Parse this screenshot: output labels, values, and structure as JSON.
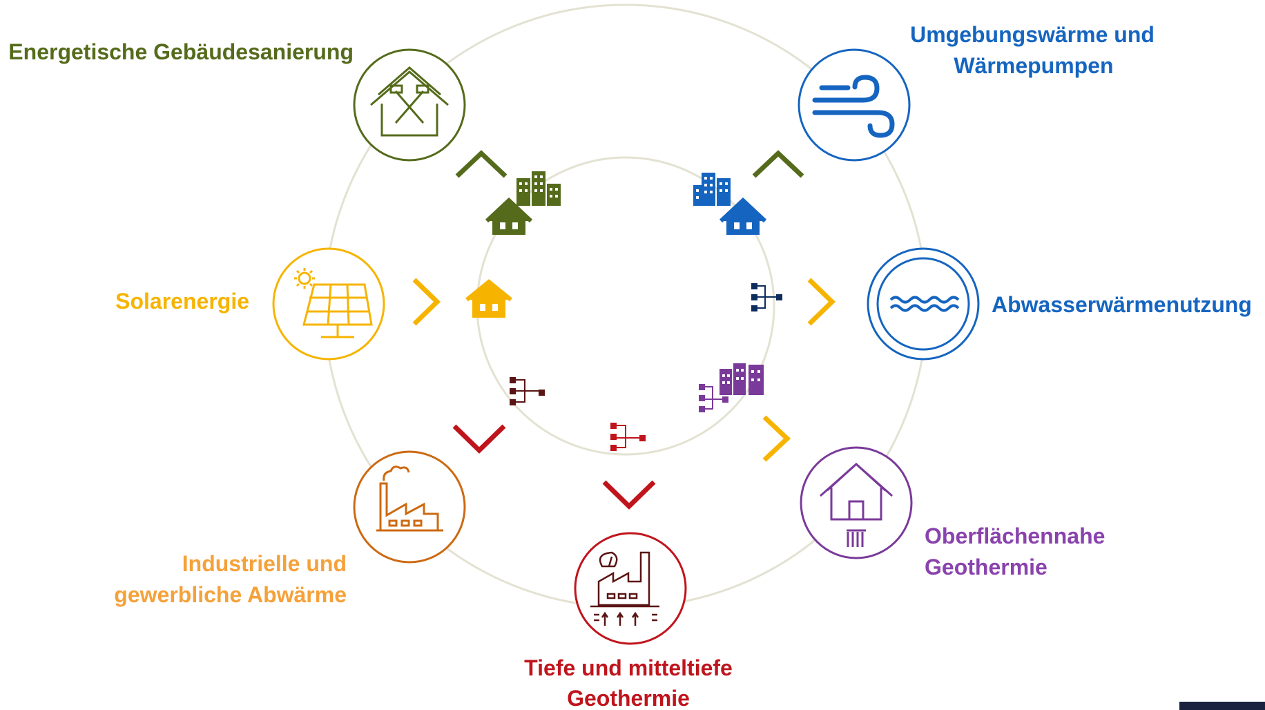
{
  "colors": {
    "ring": "#e3e2d2",
    "green": "#556b1b",
    "blue": "#1565c0",
    "navy": "#0d2d5c",
    "yellow": "#f6b400",
    "orange": "#e07a1a",
    "red": "#c0141c",
    "darkred": "#5a1414",
    "purple": "#7a3a9a",
    "label_orange": "#f5a13a",
    "label_yellow": "#f6b400",
    "label_purple": "#8a43ad"
  },
  "labels": {
    "gebaeude": "Energetische Gebäudesanierung",
    "umgebung_line1": "Umgebungswärme und",
    "umgebung_line2": "Wärmepumpen",
    "solar": "Solarenergie",
    "abwasser": "Abwasserwärmenutzung",
    "industrie_line1": "Industrielle und",
    "industrie_line2": "gewerbliche Abwärme",
    "oberflaeche_line1": "Oberflächennahe",
    "oberflaeche_line2": "Geothermie",
    "tiefe_line1": "Tiefe und mitteltiefe",
    "tiefe_line2": "Geothermie"
  },
  "icons": {
    "gebaeude": "house-with-tools-icon",
    "umgebung": "wind-icon",
    "solar": "solar-panel-icon",
    "abwasser": "wastewater-icon",
    "industrie": "factory-icon",
    "oberflaeche": "ground-house-icon",
    "tiefe": "geothermal-plant-icon"
  }
}
